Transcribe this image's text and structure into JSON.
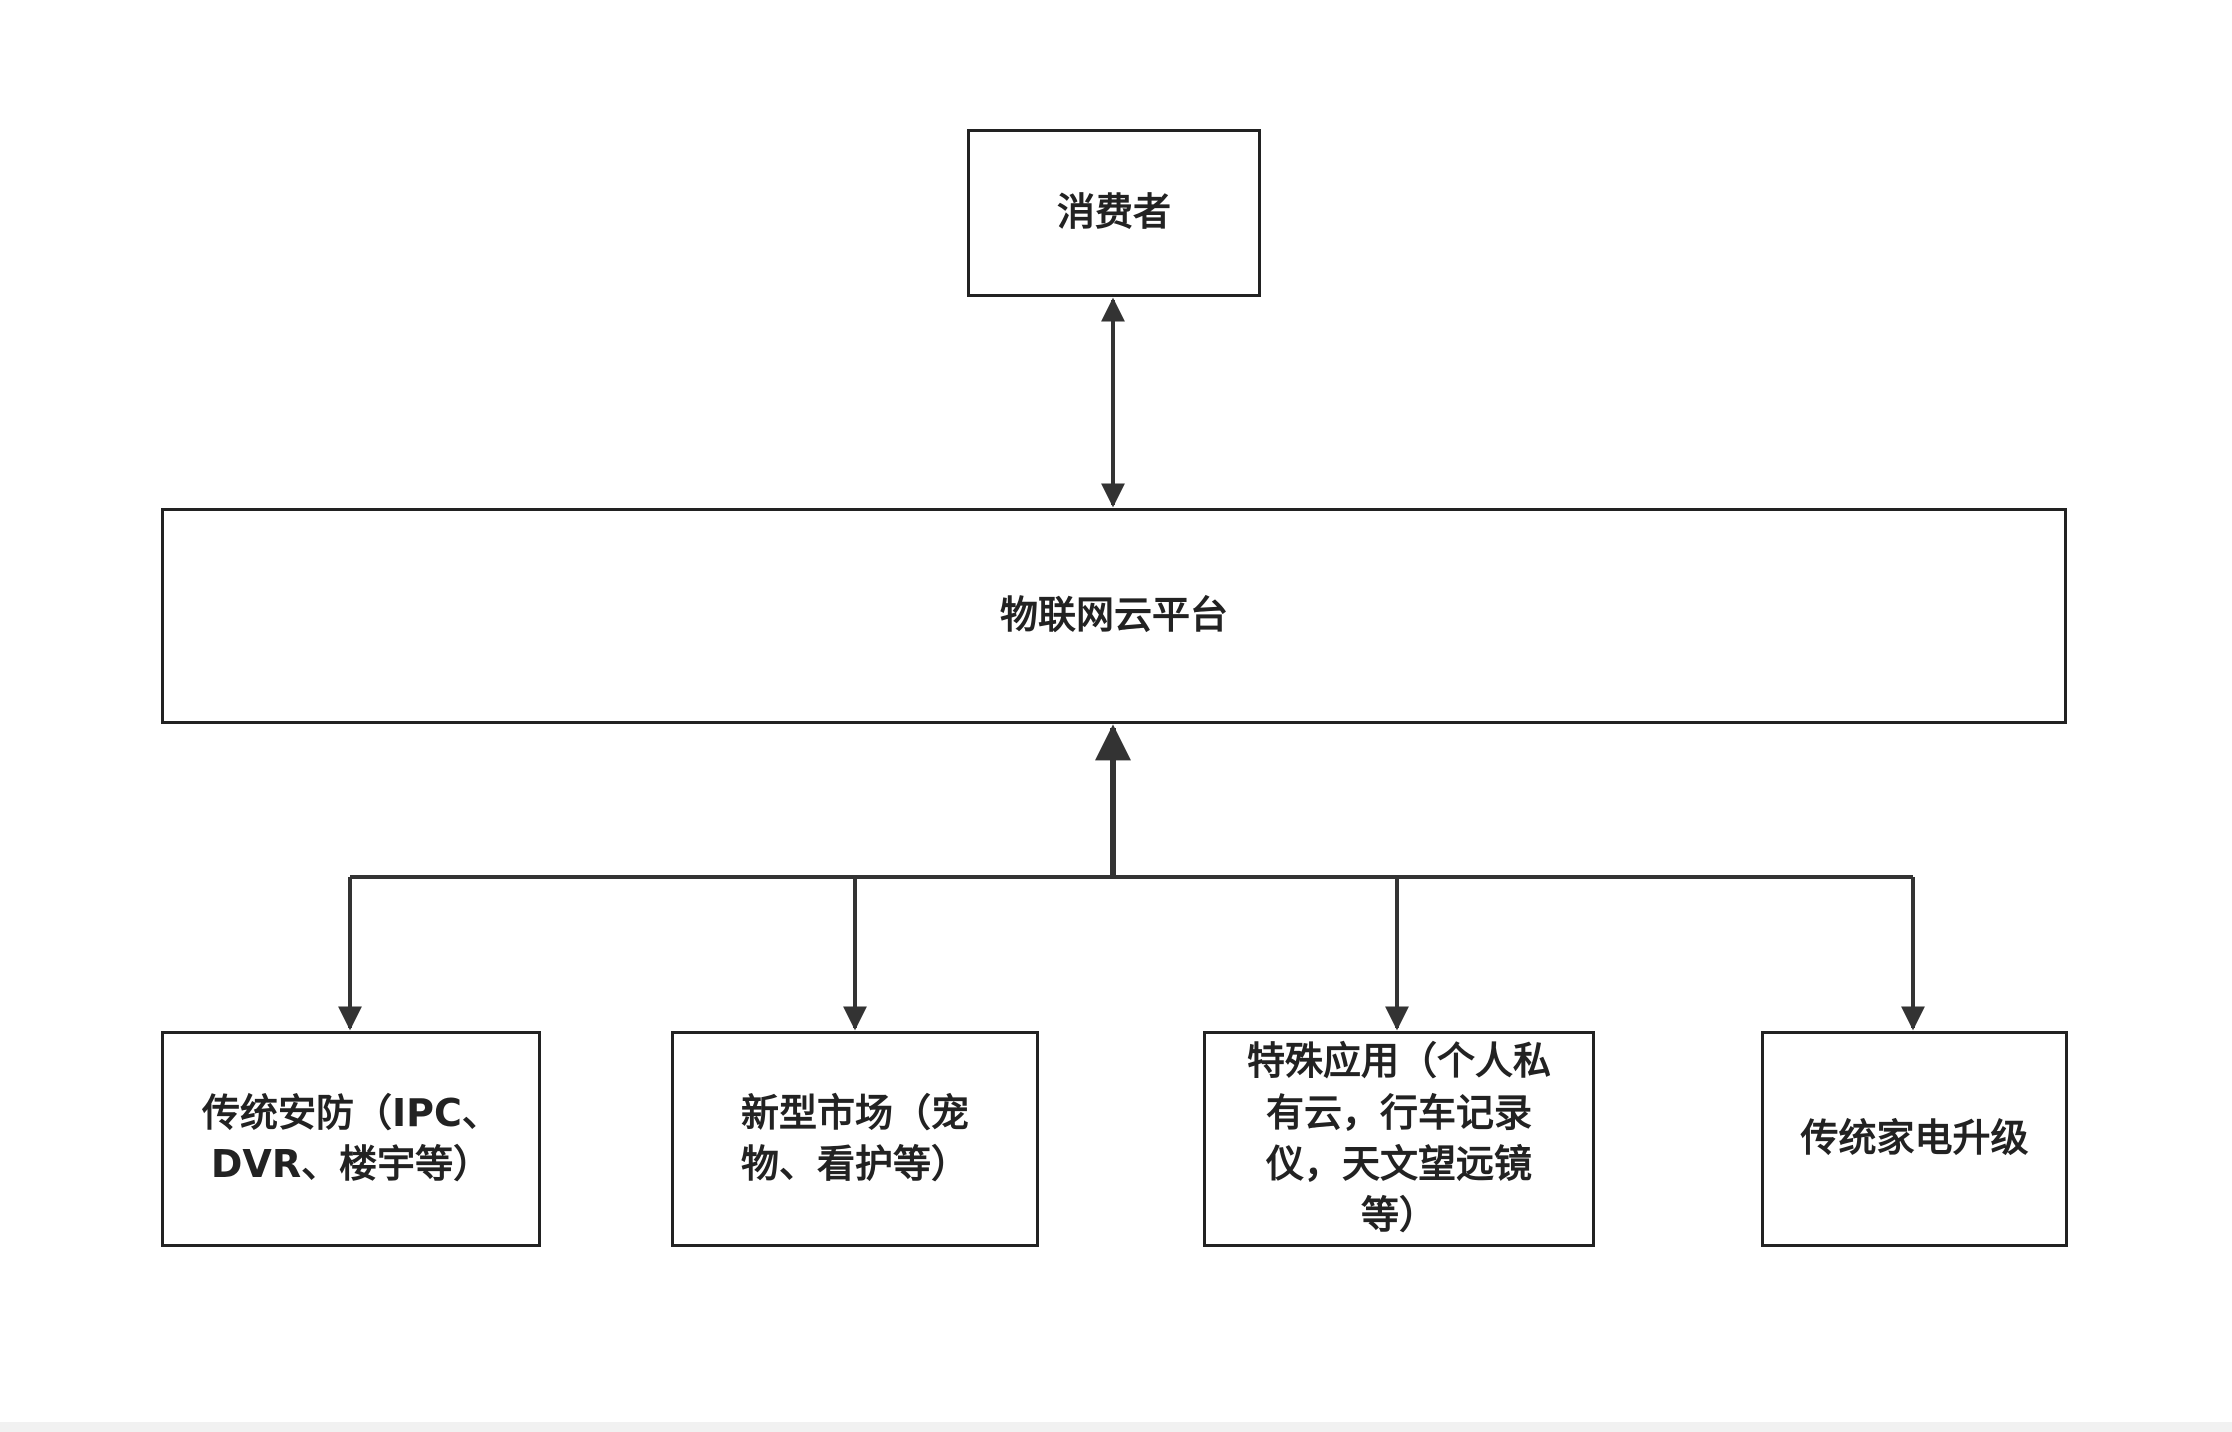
{
  "diagram": {
    "consumer": "消费者",
    "platform": "物联网云平台",
    "children": [
      "传统安防（IPC、\nDVR、楼宇等）",
      "新型市场（宠\n物、看护等）",
      "特殊应用（个人私\n有云，行车记录\n仪，天文望远镜\n等）",
      "传统家电升级"
    ]
  },
  "colors": {
    "stroke": "#333333",
    "text": "#222222",
    "background": "#ffffff"
  }
}
